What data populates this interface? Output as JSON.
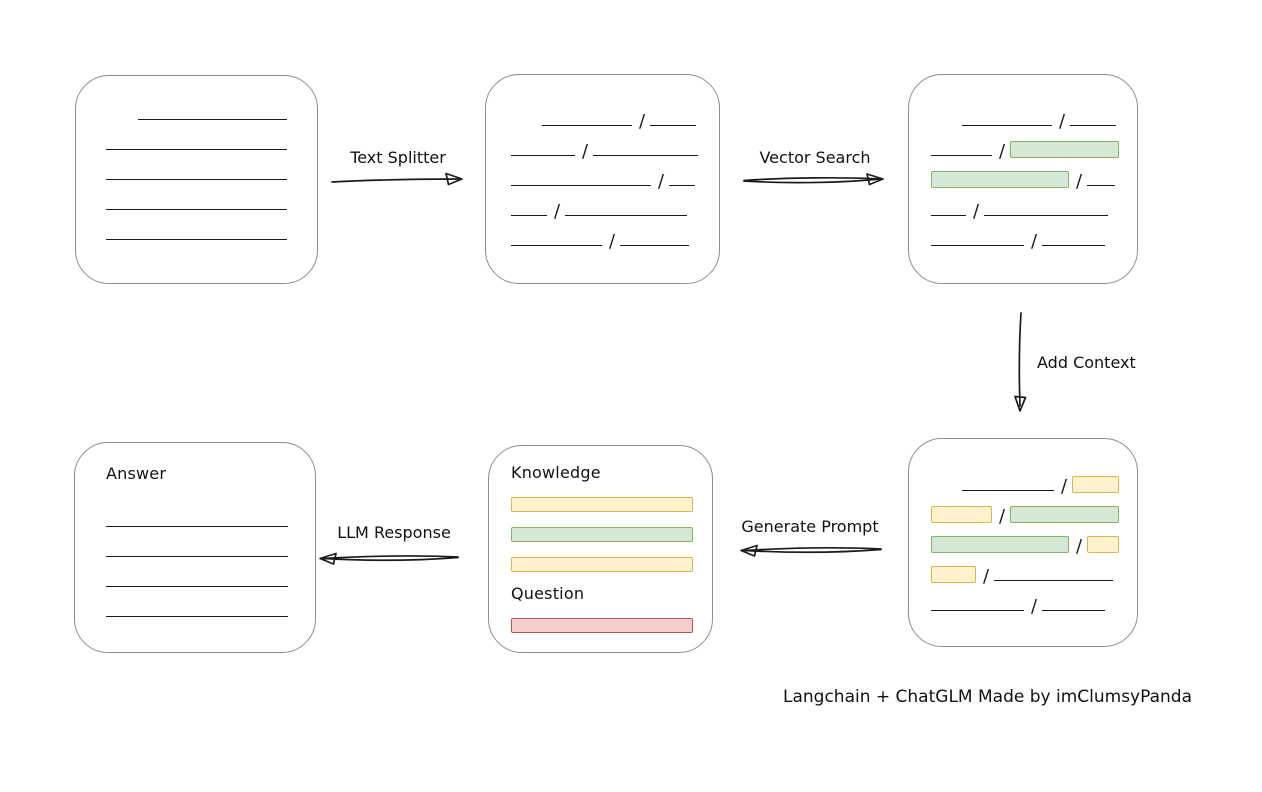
{
  "colors": {
    "box_border": "#8e8e8e",
    "ink": "#1b1b1b",
    "green_fill": "#d5e8d4",
    "green_border": "#82b366",
    "yellow_fill": "#fff2cc",
    "yellow_border": "#d6b656",
    "red_fill": "#f8cecc",
    "red_border": "#b85450"
  },
  "arrows": {
    "text_splitter": {
      "label": "Text Splitter"
    },
    "vector_search": {
      "label": "Vector Search"
    },
    "add_context": {
      "label": "Add Context"
    },
    "generate_prompt": {
      "label": "Generate Prompt"
    },
    "llm_response": {
      "label": "LLM Response"
    }
  },
  "nodes": {
    "document": {
      "rows": [
        [
          {
            "t": "gap",
            "w": 32
          },
          {
            "t": "line",
            "w": 149
          }
        ],
        [
          {
            "t": "line",
            "w": 181
          }
        ],
        [
          {
            "t": "line",
            "w": 181
          }
        ],
        [
          {
            "t": "line",
            "w": 181
          }
        ],
        [
          {
            "t": "line",
            "w": 181
          }
        ]
      ]
    },
    "chunks": {
      "rows": [
        [
          {
            "t": "gap",
            "w": 31
          },
          {
            "t": "line",
            "w": 90
          },
          {
            "t": "slash"
          },
          {
            "t": "line",
            "w": 46
          }
        ],
        [
          {
            "t": "line",
            "w": 64
          },
          {
            "t": "slash"
          },
          {
            "t": "line",
            "w": 105
          }
        ],
        [
          {
            "t": "line",
            "w": 140
          },
          {
            "t": "slash"
          },
          {
            "t": "line",
            "w": 26
          }
        ],
        [
          {
            "t": "line",
            "w": 36
          },
          {
            "t": "slash"
          },
          {
            "t": "line",
            "w": 122
          }
        ],
        [
          {
            "t": "line",
            "w": 91
          },
          {
            "t": "slash"
          },
          {
            "t": "line",
            "w": 69
          }
        ]
      ]
    },
    "retrieved": {
      "rows": [
        [
          {
            "t": "gap",
            "w": 31
          },
          {
            "t": "line",
            "w": 90
          },
          {
            "t": "slash"
          },
          {
            "t": "line",
            "w": 46
          }
        ],
        [
          {
            "t": "line",
            "w": 61
          },
          {
            "t": "slash"
          },
          {
            "t": "green",
            "w": 109
          }
        ],
        [
          {
            "t": "green",
            "w": 138
          },
          {
            "t": "slash"
          },
          {
            "t": "line",
            "w": 28
          }
        ],
        [
          {
            "t": "line",
            "w": 35
          },
          {
            "t": "slash"
          },
          {
            "t": "line",
            "w": 124
          }
        ],
        [
          {
            "t": "line",
            "w": 93
          },
          {
            "t": "slash"
          },
          {
            "t": "line",
            "w": 63
          }
        ]
      ]
    },
    "context": {
      "rows": [
        [
          {
            "t": "gap",
            "w": 31
          },
          {
            "t": "line",
            "w": 92
          },
          {
            "t": "slash"
          },
          {
            "t": "yellow",
            "w": 47
          }
        ],
        [
          {
            "t": "yellow",
            "w": 61
          },
          {
            "t": "slash"
          },
          {
            "t": "green",
            "w": 109
          }
        ],
        [
          {
            "t": "green",
            "w": 138
          },
          {
            "t": "slash"
          },
          {
            "t": "yellow",
            "w": 32
          }
        ],
        [
          {
            "t": "yellow",
            "w": 45
          },
          {
            "t": "slash"
          },
          {
            "t": "line",
            "w": 119
          }
        ],
        [
          {
            "t": "line",
            "w": 93
          },
          {
            "t": "slash"
          },
          {
            "t": "line",
            "w": 63
          }
        ]
      ]
    },
    "prompt": {
      "knowledge_label": "Knowledge",
      "question_label": "Question",
      "knowledge_bars": [
        {
          "c": "yellow"
        },
        {
          "c": "green"
        },
        {
          "c": "yellow"
        }
      ],
      "question_bars": [
        {
          "c": "red"
        }
      ]
    },
    "answer": {
      "label": "Answer",
      "rows": [
        [
          {
            "t": "line",
            "w": 182
          }
        ],
        [
          {
            "t": "line",
            "w": 182
          }
        ],
        [
          {
            "t": "line",
            "w": 182
          }
        ],
        [
          {
            "t": "line",
            "w": 182
          }
        ]
      ]
    }
  },
  "footer": {
    "credit": "Langchain + ChatGLM Made by imClumsyPanda"
  }
}
